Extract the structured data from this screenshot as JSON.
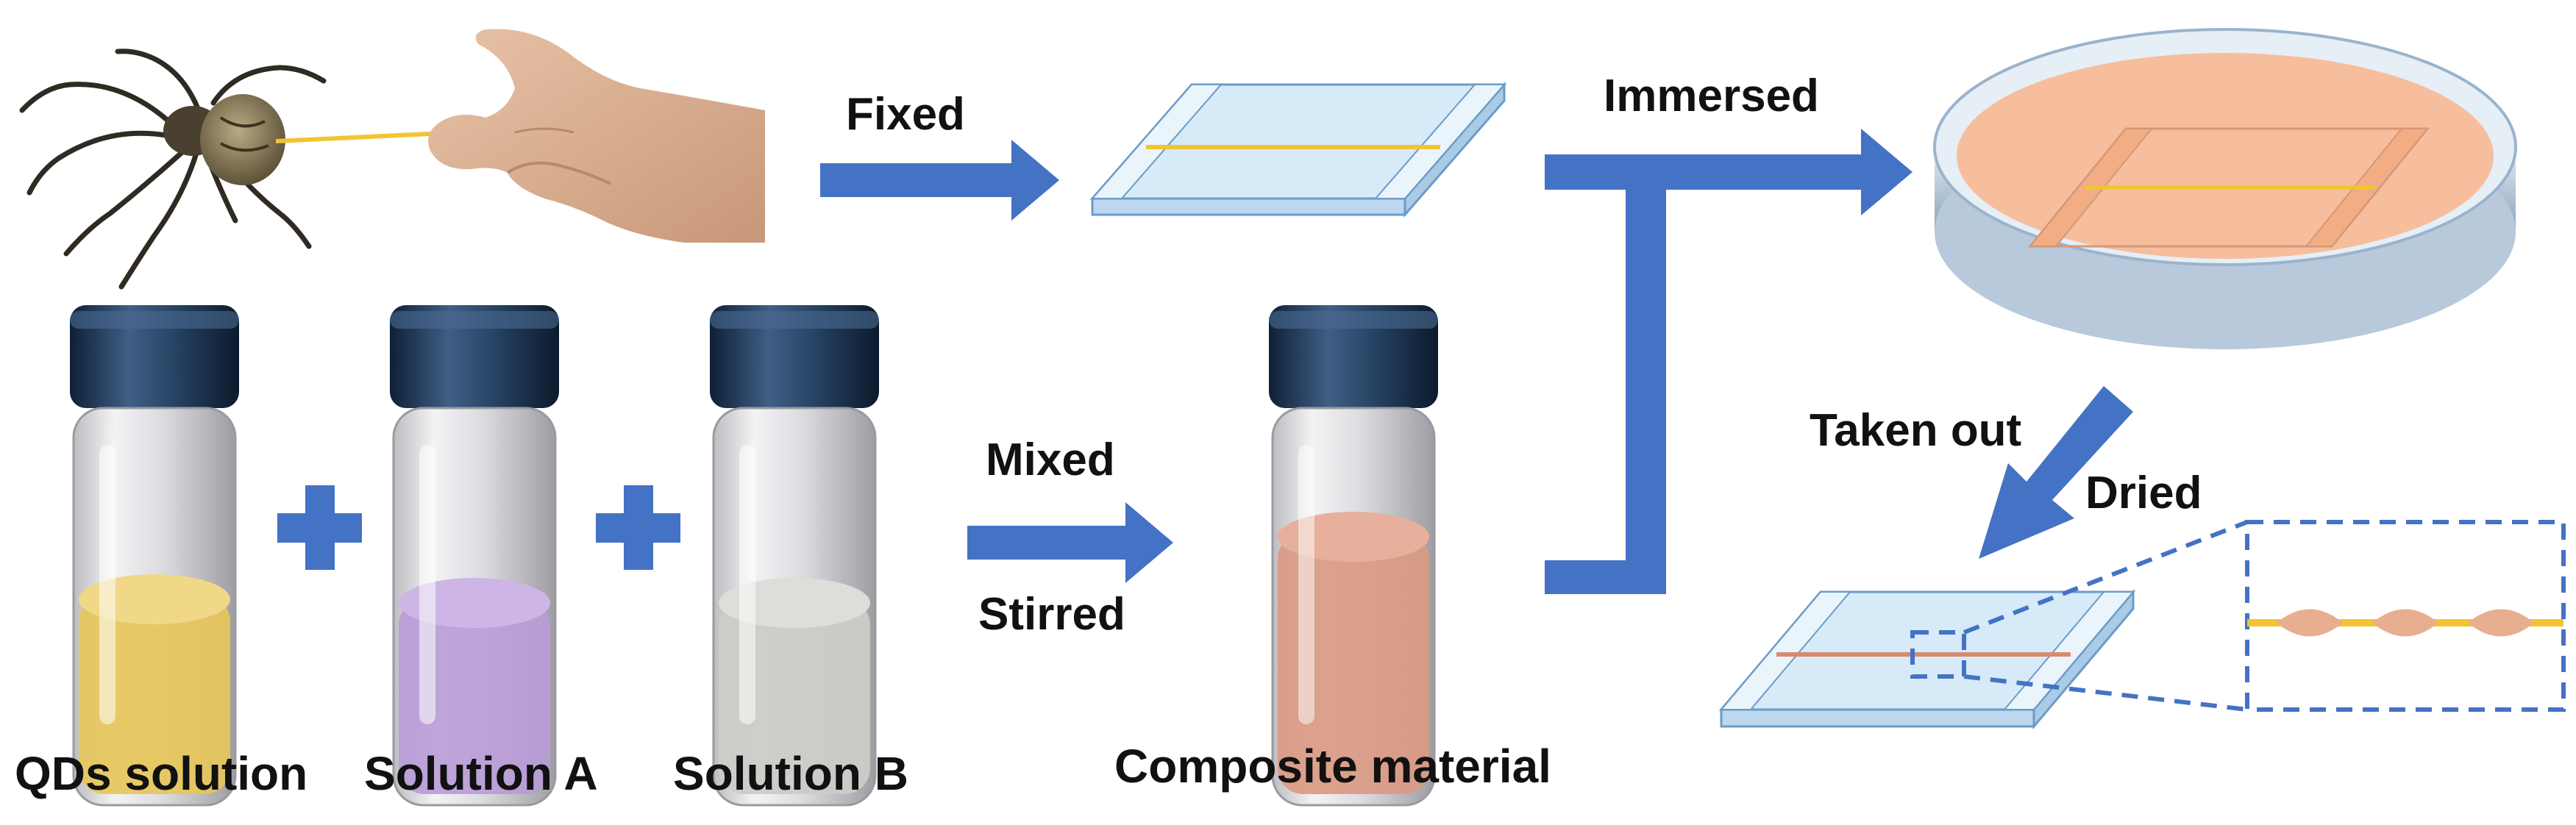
{
  "labels": {
    "fixed": "Fixed",
    "immersed": "Immersed",
    "mixed": "Mixed",
    "stirred": "Stirred",
    "taken_out": "Taken out",
    "dried": "Dried",
    "qds_solution": "QDs solution",
    "solution_a": "Solution A",
    "solution_b": "Solution B",
    "composite_material": "Composite material"
  },
  "colors": {
    "arrow": "#4472C4",
    "cap": "#1F3B5C",
    "glass": "#D9D9DC",
    "slide": "#CFE6F7",
    "slide_edge": "#6B9BC9",
    "fiber": "#F2C431",
    "liquid_qds": "#E6C75A",
    "liquid_a": "#B89BD6",
    "liquid_b": "#C9CCC7",
    "liquid_composite": "#D99A83",
    "dish_rim": "#9BB3CC",
    "dish_liquid": "#F6BE9C",
    "dashed_box": "#4472C4",
    "droplet": "#E8AE90"
  },
  "icons": [
    "spider-icon",
    "hand-icon",
    "plus-icon",
    "vial-icon",
    "petri-dish-icon",
    "glass-slide-icon"
  ]
}
